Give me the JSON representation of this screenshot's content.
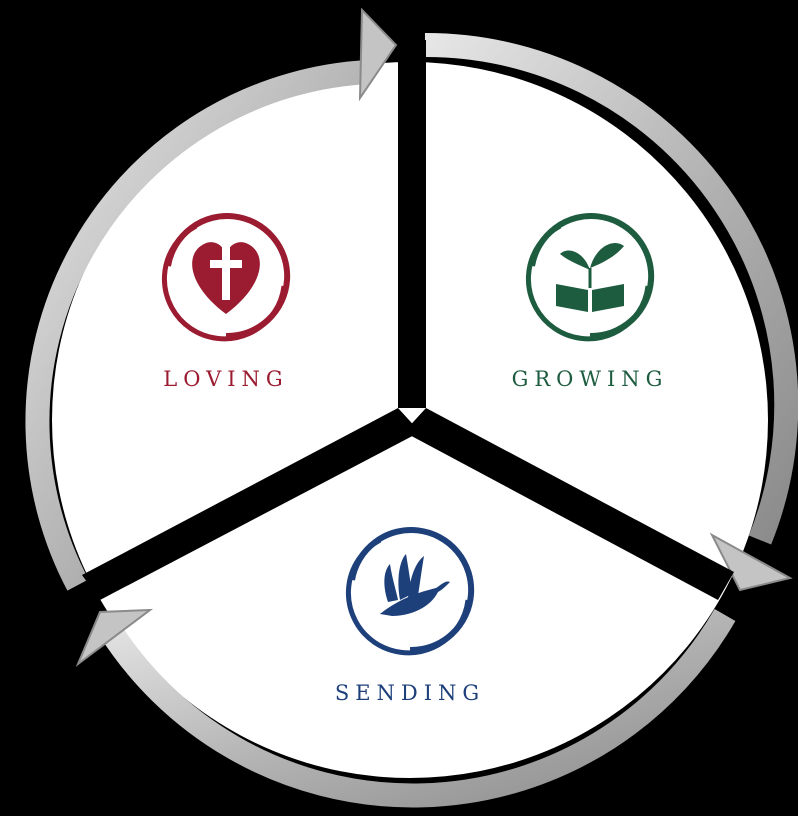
{
  "segments": [
    {
      "key": "loving",
      "label": "Loving",
      "color": "#9b1b30",
      "icon": "heart-cross-icon"
    },
    {
      "key": "growing",
      "label": "Growing",
      "color": "#1e5c40",
      "icon": "sprout-book-icon"
    },
    {
      "key": "sending",
      "label": "Sending",
      "color": "#1d3f7a",
      "icon": "dove-icon"
    }
  ],
  "colors": {
    "background": "#000000",
    "segment_fill": "#ffffff",
    "divider": "#000000",
    "arrow": "#bdbdbd"
  }
}
